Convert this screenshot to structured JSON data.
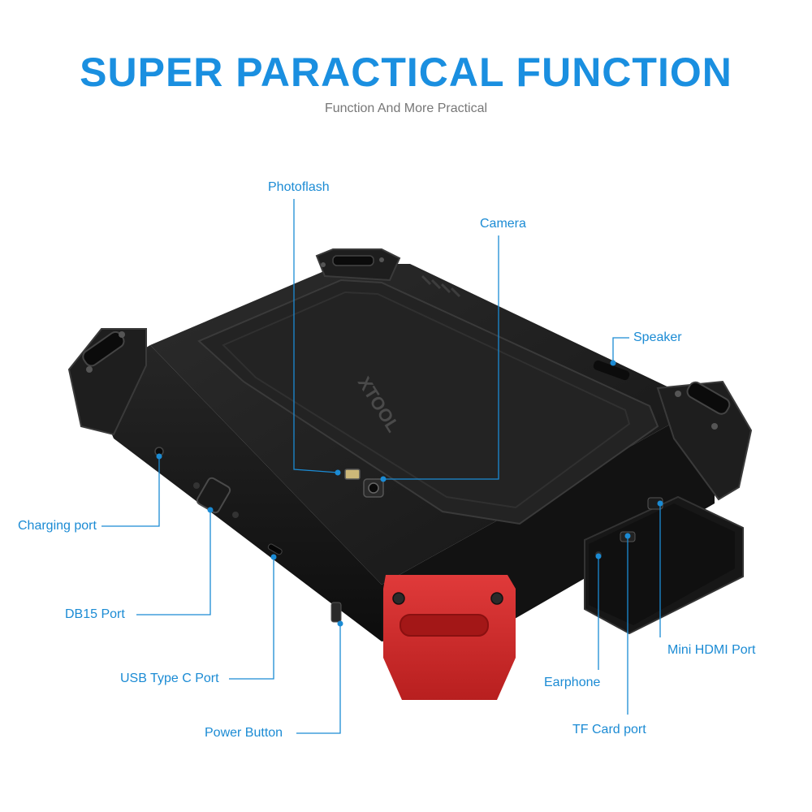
{
  "header": {
    "title": "SUPER PARACTICAL FUNCTION",
    "subtitle": "Function And More Practical"
  },
  "device": {
    "logo_text": "XTOOL"
  },
  "callouts": {
    "photoflash": "Photoflash",
    "camera": "Camera",
    "speaker": "Speaker",
    "charging_port": "Charging port",
    "db15_port": "DB15 Port",
    "usb_type_c_port": "USB Type C Port",
    "power_button": "Power Button",
    "earphone": "Earphone",
    "tf_card_port": "TF Card port",
    "mini_hdmi_port": "Mini HDMI Port"
  },
  "colors": {
    "accent_blue": "#1a8fe0",
    "bumper_red": "#d62b2b",
    "body_black": "#1c1c1c"
  }
}
